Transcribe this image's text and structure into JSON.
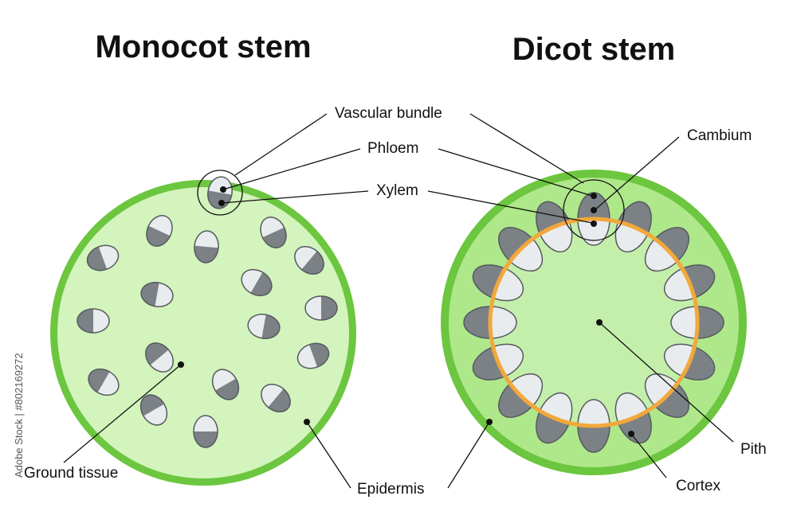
{
  "titles": {
    "monocot": "Monocot stem",
    "dicot": "Dicot stem"
  },
  "labels": {
    "vascular_bundle": "Vascular bundle",
    "phloem": "Phloem",
    "xylem": "Xylem",
    "cambium": "Cambium",
    "ground_tissue": "Ground tissue",
    "epidermis": "Epidermis",
    "pith": "Pith",
    "cortex": "Cortex"
  },
  "side_text": "Adobe Stock | #802169272",
  "colors": {
    "epidermis": "#6cc63f",
    "monocot_ground": "#d3f4bd",
    "dicot_cortex": "#aee88a",
    "dicot_pith": "#c4efab",
    "cambium_ring": "#f2a83a",
    "phloem": "#7c8186",
    "xylem": "#e8ecee"
  }
}
